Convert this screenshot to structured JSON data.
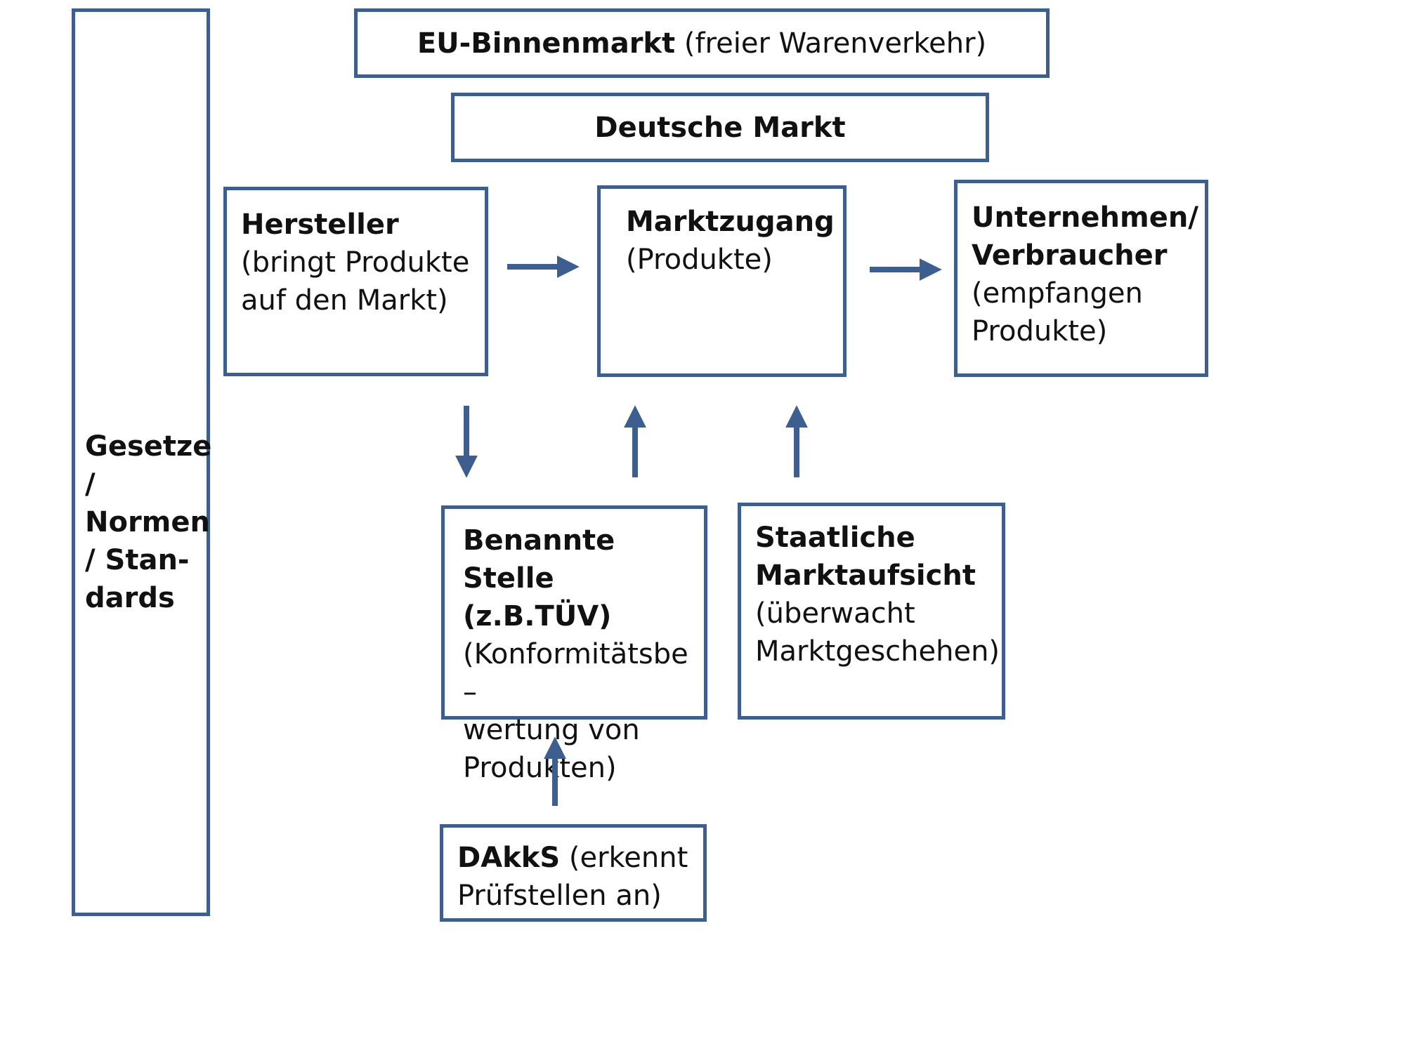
{
  "diagram": {
    "eu_market": {
      "bold": "EU-Binnenmarkt",
      "rest": " (freier Warenverkehr)"
    },
    "german_market": {
      "label": "Deutsche Markt"
    },
    "manufacturer": {
      "title": "Hersteller",
      "line1": "(bringt Produkte",
      "line2": "auf den Markt)"
    },
    "market_access": {
      "title": "Marktzugang",
      "line1": "(Produkte)"
    },
    "consumers": {
      "title1": "Unternehmen/",
      "title2": "Verbraucher",
      "line1": "(empfangen",
      "line2": "Produkte)"
    },
    "laws": {
      "line1": "Gesetze",
      "line2": "/",
      "line3": "Normen",
      "line4": "/ Stan-",
      "line5": "dards"
    },
    "notified_body": {
      "title1": "Benannte Stelle",
      "title2": "(z.B.TÜV)",
      "line1": "(Konformitätsbe –",
      "line2": "wertung von",
      "line3": "Produkten)"
    },
    "market_surveillance": {
      "title1": "Staatliche",
      "title2": "Marktaufsicht",
      "line1": "(überwacht",
      "line2": "Marktgeschehen)"
    },
    "dakks": {
      "bold": "DAkkS",
      "rest": " (erkennt",
      "line2": "Prüfstellen an)"
    },
    "colors": {
      "border": "#3d5f8f",
      "arrow": "#3d5f8f"
    }
  }
}
